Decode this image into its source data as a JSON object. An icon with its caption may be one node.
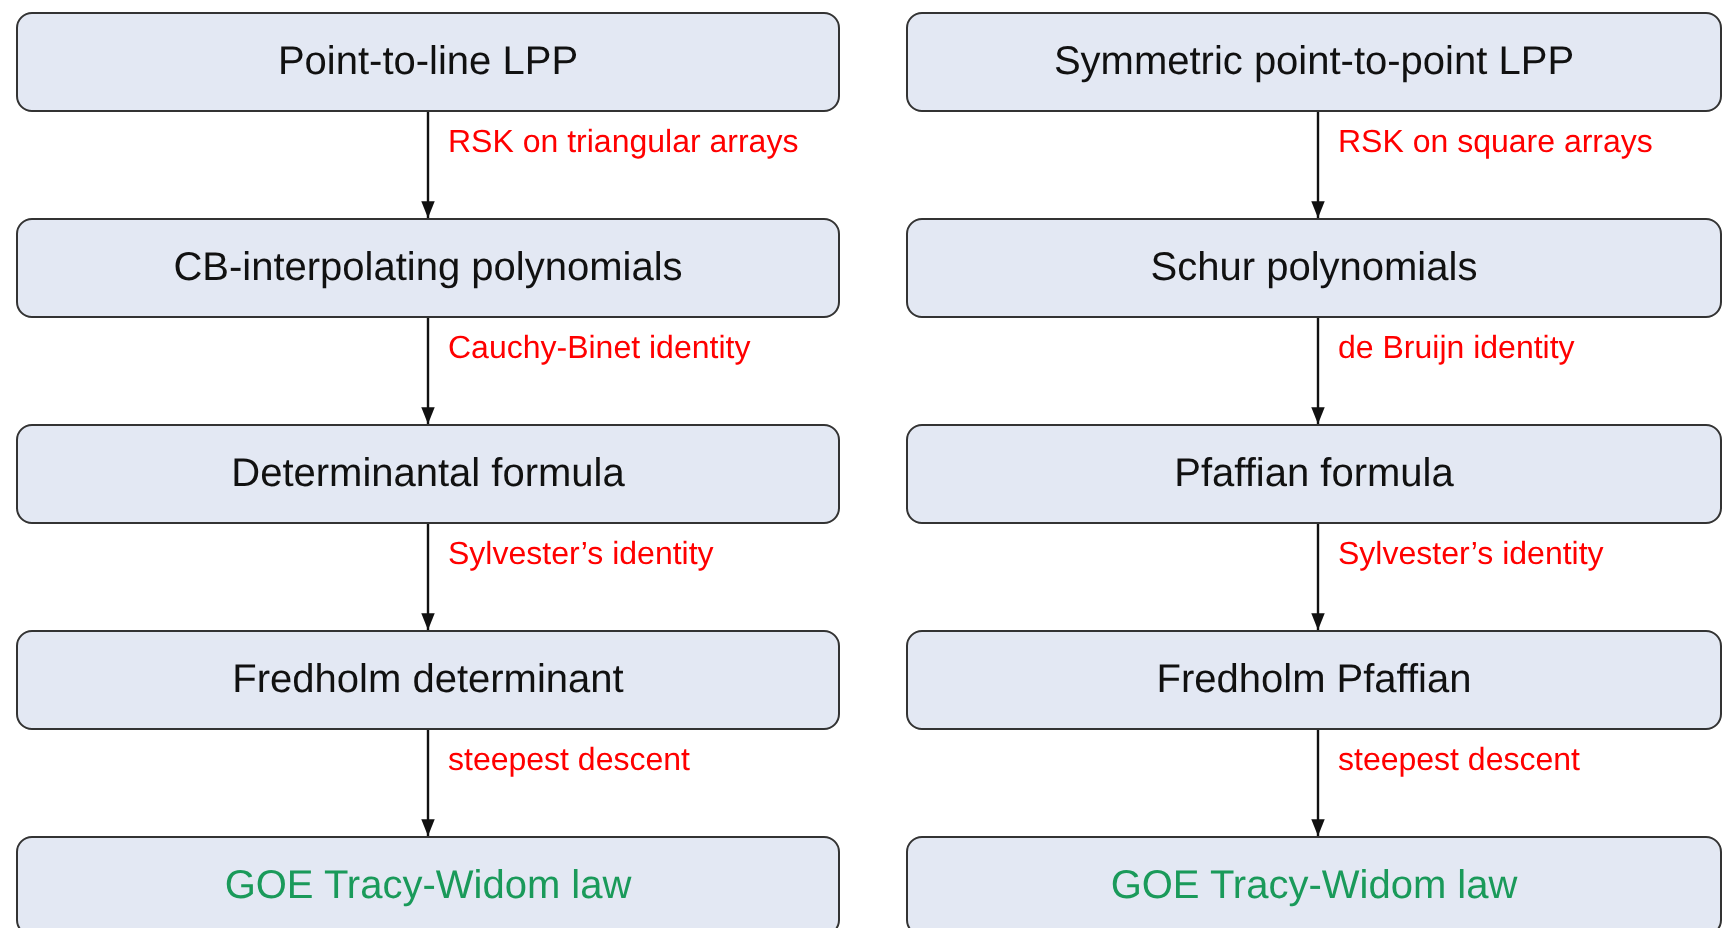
{
  "diagram": {
    "nodes": [
      {
        "text": [
          "Point-to-line LPP"
        ]
      },
      {
        "text": [
          "Symmetric point-to-point LPP"
        ]
      },
      {
        "text": [
          "CB-interpolating polynomials"
        ]
      },
      {
        "text": [
          "Schur polynomials"
        ]
      },
      {
        "text": [
          "Determinantal formula"
        ]
      },
      {
        "text": [
          "Pfaffian formula"
        ]
      },
      {
        "text": [
          "Fredholm determinant"
        ]
      },
      {
        "text": [
          "Fredholm Pfaffian"
        ]
      },
      {
        "text": [
          "GOE Tracy-Widom law"
        ]
      },
      {
        "text": [
          "GOE Tracy-Widom law"
        ]
      }
    ],
    "edges": [
      {
        "from": 0,
        "to": 2,
        "arrow": "to",
        "label": "RSK on triangular arrays"
      },
      {
        "from": 1,
        "to": 3,
        "arrow": "to",
        "label": "RSK on square arrays"
      },
      {
        "from": 2,
        "to": 4,
        "arrow": "to",
        "label": "Cauchy-Binet identity"
      },
      {
        "from": 3,
        "to": 5,
        "arrow": "to",
        "label": "de Bruijn identity"
      },
      {
        "from": 4,
        "to": 6,
        "arrow": "to",
        "label": "Sylvester’s identity"
      },
      {
        "from": 5,
        "to": 7,
        "arrow": "to",
        "label": "Sylvester’s identity"
      },
      {
        "from": 6,
        "to": 8,
        "arrow": "to",
        "label": "steepest descent"
      },
      {
        "from": 7,
        "to": 9,
        "arrow": "to",
        "label": "steepest descent"
      }
    ]
  }
}
